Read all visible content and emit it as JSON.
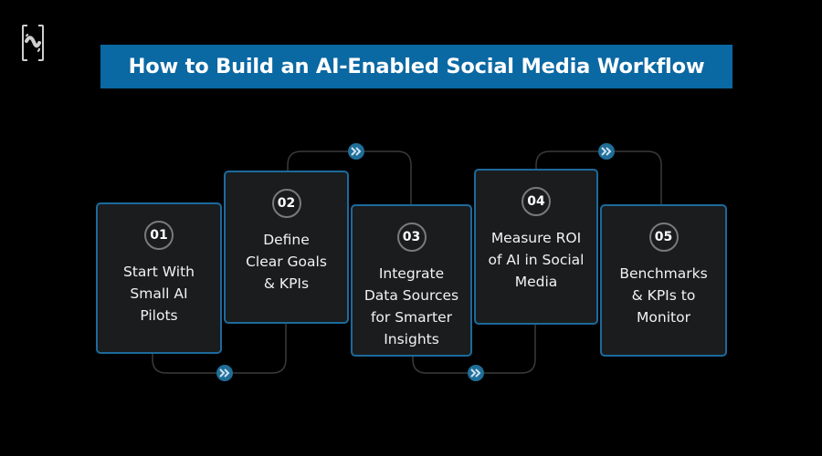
{
  "header": {
    "logo_icon": "brand-logo-icon",
    "title": "How to Build an AI-Enabled Social Media Workflow"
  },
  "colors": {
    "background": "#000000",
    "title_bar": "#0a68a3",
    "card_fill": "#1b1c1e",
    "card_border": "#1c6a9c",
    "connector": "#3a3a3a",
    "arrow_fill": "#1f6e99"
  },
  "steps": [
    {
      "number": "01",
      "label": "Start With\nSmall AI\nPilots"
    },
    {
      "number": "02",
      "label": "Define\nClear Goals\n& KPIs"
    },
    {
      "number": "03",
      "label": "Integrate\nData Sources\nfor Smarter\nInsights"
    },
    {
      "number": "04",
      "label": "Measure ROI\nof AI in Social\nMedia"
    },
    {
      "number": "05",
      "label": "Benchmarks\n& KPIs to\nMonitor"
    }
  ],
  "connectors": [
    {
      "from": "01",
      "to": "02",
      "position": "bottom",
      "icon": "double-chevron-right-icon"
    },
    {
      "from": "02",
      "to": "03",
      "position": "top",
      "icon": "double-chevron-right-icon"
    },
    {
      "from": "03",
      "to": "04",
      "position": "bottom",
      "icon": "double-chevron-right-icon"
    },
    {
      "from": "04",
      "to": "05",
      "position": "top",
      "icon": "double-chevron-right-icon"
    }
  ]
}
